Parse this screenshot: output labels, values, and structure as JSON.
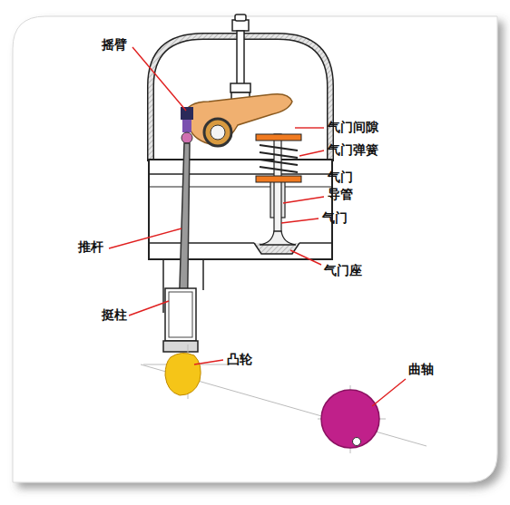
{
  "diagram": {
    "labels": [
      "摇臂",
      "气门间隙",
      "气门弹簧",
      "气门 导管",
      "气门",
      "推杆",
      "气门座",
      "挺柱",
      "凸轮",
      "曲轴"
    ]
  }
}
